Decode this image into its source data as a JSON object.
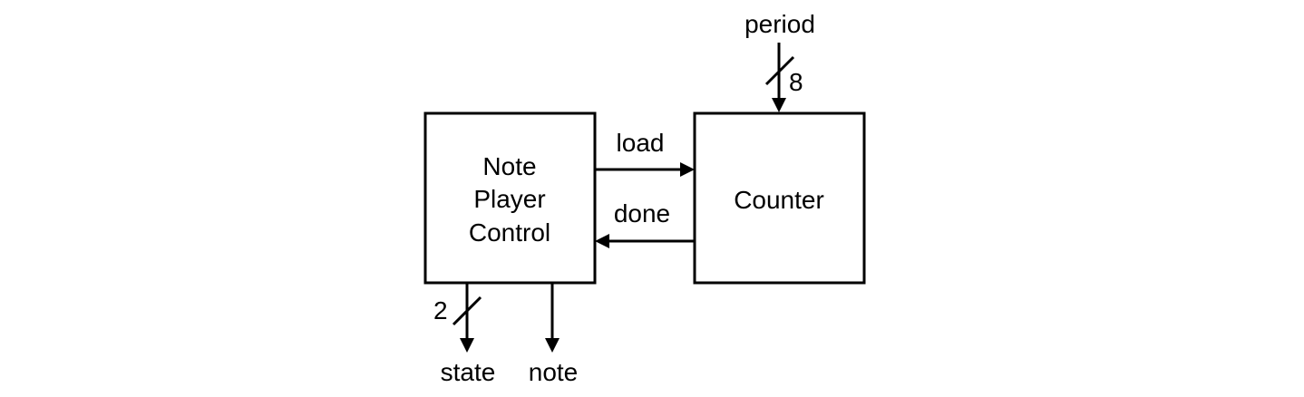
{
  "blocks": {
    "note_player_control": {
      "lines": [
        "Note",
        "Player",
        "Control"
      ]
    },
    "counter": {
      "label": "Counter"
    }
  },
  "signals": {
    "load": {
      "label": "load"
    },
    "done": {
      "label": "done"
    },
    "period": {
      "label": "period",
      "width": "8"
    },
    "state": {
      "label": "state",
      "width": "2"
    },
    "note": {
      "label": "note"
    }
  },
  "colors": {
    "stroke": "#000000",
    "background": "#ffffff"
  }
}
